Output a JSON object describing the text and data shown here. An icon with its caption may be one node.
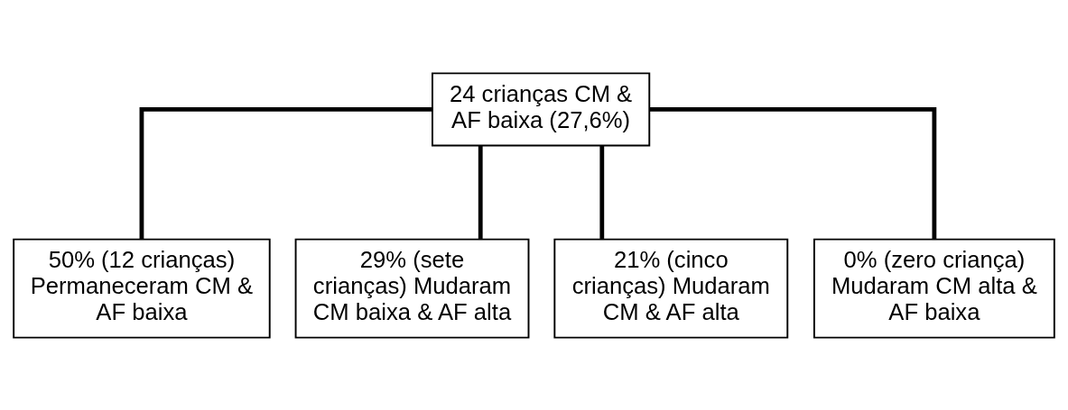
{
  "diagram": {
    "nodes": [
      {
        "text": [
          "24 crianças CM & AF baixa (27,6%)"
        ]
      },
      {
        "text": [
          "50% (12 crianças) Permaneceram CM & AF baixa"
        ]
      },
      {
        "text": [
          "29% (sete crianças) Mudaram CM baixa & AF alta"
        ]
      },
      {
        "text": [
          "21% (cinco crianças) Mudaram CM & AF alta"
        ]
      },
      {
        "text": [
          "0% (zero criança) Mudaram CM alta & AF baixa"
        ]
      }
    ],
    "edges": [
      {
        "from": 0,
        "to": 1,
        "arrow": "none"
      },
      {
        "from": 0,
        "to": 2,
        "arrow": "none"
      },
      {
        "from": 0,
        "to": 3,
        "arrow": "none"
      },
      {
        "from": 0,
        "to": 4,
        "arrow": "none"
      }
    ]
  }
}
